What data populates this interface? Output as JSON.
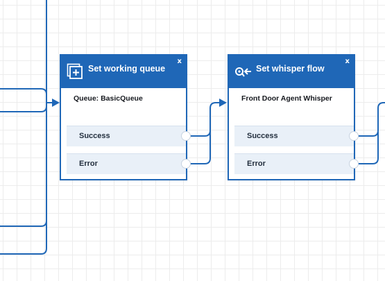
{
  "blocks": {
    "working_queue": {
      "title": "Set working queue",
      "icon": "queue-add-icon",
      "close": "x",
      "subtitle": "Queue: BasicQueue",
      "branches": [
        {
          "label": "Success"
        },
        {
          "label": "Error"
        }
      ]
    },
    "whisper_flow": {
      "title": "Set whisper flow",
      "icon": "whisper-key-icon",
      "close": "x",
      "subtitle": "Front Door Agent Whisper",
      "branches": [
        {
          "label": "Success"
        },
        {
          "label": "Error"
        }
      ]
    }
  },
  "colors": {
    "accent": "#1f67b7",
    "branch_bg": "#e9f0f8",
    "grid": "#ececec"
  }
}
